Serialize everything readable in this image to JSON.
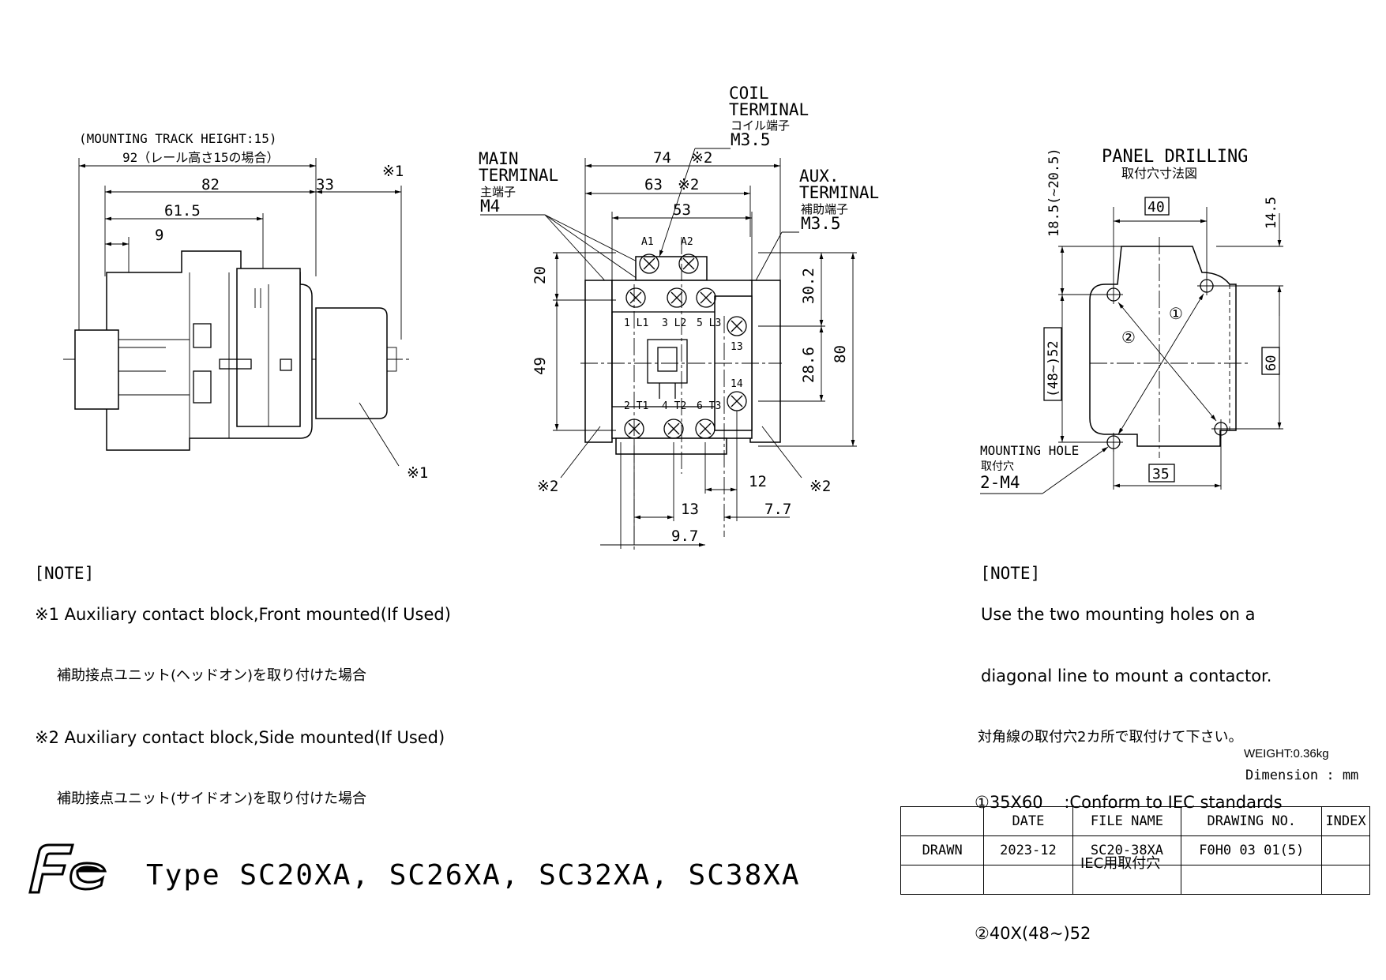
{
  "side_view": {
    "track_note": "(MOUNTING TRACK HEIGHT:15)",
    "dim_92": "92（レール高さ15の場合）",
    "dim_82": "82",
    "dim_61_5": "61.5",
    "dim_9": "9",
    "dim_33": "33",
    "mark_1_top": "※1",
    "mark_1_bottom": "※1"
  },
  "front_view": {
    "main_terminal": [
      "MAIN",
      "TERMINAL",
      "主端子",
      "M4"
    ],
    "coil_terminal": [
      "COIL",
      "TERMINAL",
      "コイル端子",
      "M3.5"
    ],
    "aux_terminal": [
      "AUX.",
      "TERMINAL",
      "補助端子",
      "M3.5"
    ],
    "dim_74": "74",
    "dim_63": "63",
    "dim_53": "53",
    "mark_2": "※2",
    "dim_20": "20",
    "dim_49": "49",
    "dim_30_2": "30.2",
    "dim_28_6": "28.6",
    "dim_80": "80",
    "dim_12": "12",
    "dim_13": "13",
    "dim_7_7": "7.7",
    "dim_9_7": "9.7",
    "terminals_top": [
      "1 L1",
      "3 L2",
      "5 L3"
    ],
    "terminals_bottom": [
      "2 T1",
      "4 T2",
      "6 T3"
    ],
    "coil_labels": [
      "A1",
      "A2"
    ],
    "aux_labels": [
      "13",
      "14"
    ]
  },
  "panel_drilling": {
    "title": "PANEL DRILLING",
    "title_jp": "取付穴寸法図",
    "dim_18_5": "18.5(~20.5)",
    "dim_14_5": "14.5",
    "dim_40": "40",
    "dim_48_52": "(48~)52",
    "dim_60": "60",
    "dim_35": "35",
    "circle_1": "①",
    "circle_2": "②",
    "mounting_hole": [
      "MOUNTING HOLE",
      "取付穴",
      "2-M4"
    ]
  },
  "note_left": {
    "heading": "[NOTE]",
    "line1": "※1 Auxiliary contact block,Front mounted(If Used)",
    "line1_jp": "補助接点ユニット(ヘッドオン)を取り付けた場合",
    "line2": "※2 Auxiliary contact block,Side mounted(If Used)",
    "line2_jp": "補助接点ユニット(サイドオン)を取り付けた場合"
  },
  "note_right": {
    "heading": "[NOTE]",
    "line1": "Use the two mounting holes on a",
    "line2": "diagonal line to mount a contactor.",
    "line2_jp": "対角線の取付穴2カ所で取付けて下さい。",
    "std1": "①35X60",
    "std1_desc": ":Conform to IEC standards",
    "std1_jp": "IEC用取付穴",
    "std2": "②40X(48~)52"
  },
  "weight": "WEIGHT:0.36kg",
  "units": "Dimension : mm",
  "type_label": "Type SC20XA, SC26XA, SC32XA, SC38XA",
  "title_block": {
    "headers": [
      "DATE",
      "FILE NAME",
      "DRAWING NO.",
      "INDEX"
    ],
    "row_label": "DRAWN",
    "date": "2023-12",
    "file_name": "SC20-38XA",
    "drawing_no": "F0H0 03 01(5)"
  }
}
